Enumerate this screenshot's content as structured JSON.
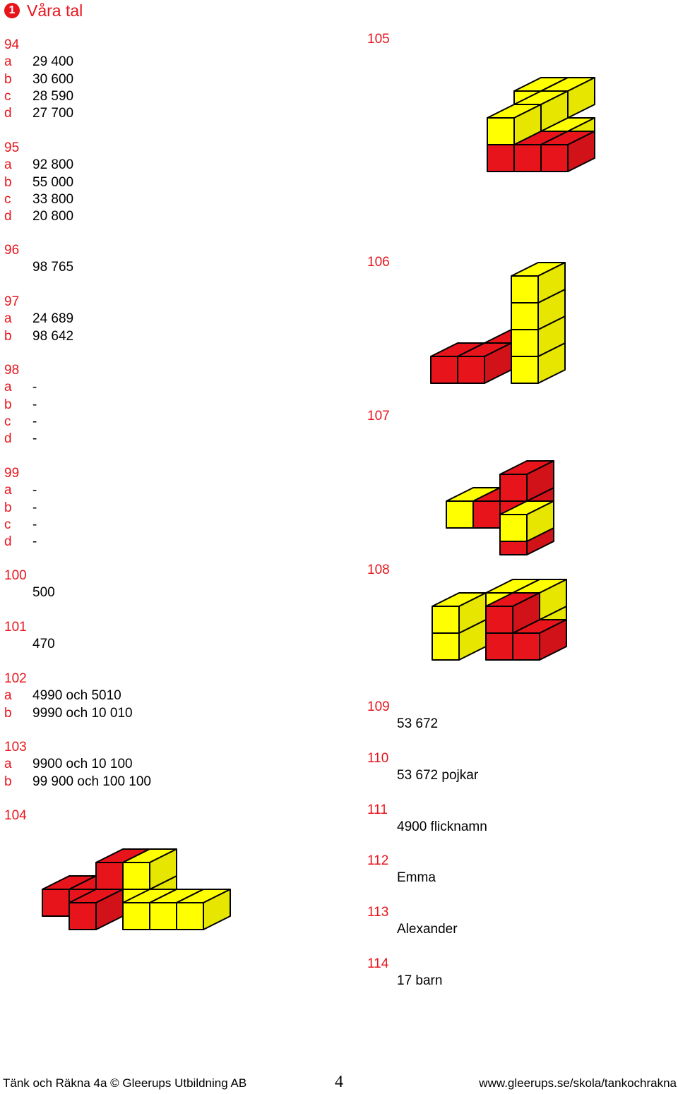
{
  "header": {
    "number_glyph": "1",
    "title": "Våra tal"
  },
  "problems": {
    "p94": {
      "num": "94",
      "rows": [
        {
          "label": "a",
          "value": "29 400"
        },
        {
          "label": "b",
          "value": "30 600"
        },
        {
          "label": "c",
          "value": "28 590"
        },
        {
          "label": "d",
          "value": "27 700"
        }
      ]
    },
    "p95": {
      "num": "95",
      "rows": [
        {
          "label": "a",
          "value": "92 800"
        },
        {
          "label": "b",
          "value": "55 000"
        },
        {
          "label": "c",
          "value": "33 800"
        },
        {
          "label": "d",
          "value": "20 800"
        }
      ]
    },
    "p96": {
      "num": "96",
      "rows": [
        {
          "label": "",
          "value": "98 765"
        }
      ]
    },
    "p97": {
      "num": "97",
      "rows": [
        {
          "label": "a",
          "value": "24 689"
        },
        {
          "label": "b",
          "value": "98 642"
        }
      ]
    },
    "p98": {
      "num": "98",
      "rows": [
        {
          "label": "a",
          "value": "-"
        },
        {
          "label": "b",
          "value": "-"
        },
        {
          "label": "c",
          "value": "-"
        },
        {
          "label": "d",
          "value": "-"
        }
      ]
    },
    "p99": {
      "num": "99",
      "rows": [
        {
          "label": "a",
          "value": "-"
        },
        {
          "label": "b",
          "value": "-"
        },
        {
          "label": "c",
          "value": "-"
        },
        {
          "label": "d",
          "value": "-"
        }
      ]
    },
    "p100": {
      "num": "100",
      "rows": [
        {
          "label": "",
          "value": "500"
        }
      ]
    },
    "p101": {
      "num": "101",
      "rows": [
        {
          "label": "",
          "value": "470"
        }
      ]
    },
    "p102": {
      "num": "102",
      "rows": [
        {
          "label": "a",
          "value": "4990 och 5010"
        },
        {
          "label": "b",
          "value": "9990 och 10 010"
        }
      ]
    },
    "p103": {
      "num": "103",
      "rows": [
        {
          "label": "a",
          "value": "9900 och 10 100"
        },
        {
          "label": "b",
          "value": "99 900 och 100 100"
        }
      ]
    },
    "p104": {
      "num": "104"
    },
    "p105": {
      "num": "105"
    },
    "p106": {
      "num": "106"
    },
    "p107": {
      "num": "107"
    },
    "p108": {
      "num": "108"
    },
    "p109": {
      "num": "109",
      "rows": [
        {
          "label": "",
          "value": "53 672"
        }
      ]
    },
    "p110": {
      "num": "110",
      "rows": [
        {
          "label": "",
          "value": "53 672 pojkar"
        }
      ]
    },
    "p111": {
      "num": "111",
      "rows": [
        {
          "label": "",
          "value": "4900 flicknamn"
        }
      ]
    },
    "p112": {
      "num": "112",
      "rows": [
        {
          "label": "",
          "value": "Emma"
        }
      ]
    },
    "p113": {
      "num": "113",
      "rows": [
        {
          "label": "",
          "value": "Alexander"
        }
      ]
    },
    "p114": {
      "num": "114",
      "rows": [
        {
          "label": "",
          "value": "17 barn"
        }
      ]
    }
  },
  "colors": {
    "accent": "#e8141c",
    "cube_red": "#e8141c",
    "cube_yellow": "#ffff00"
  },
  "footer": {
    "left": "Tänk och Räkna 4a © Gleerups Utbildning AB",
    "page": "4",
    "right": "www.gleerups.se/skola/tankochrakna"
  }
}
